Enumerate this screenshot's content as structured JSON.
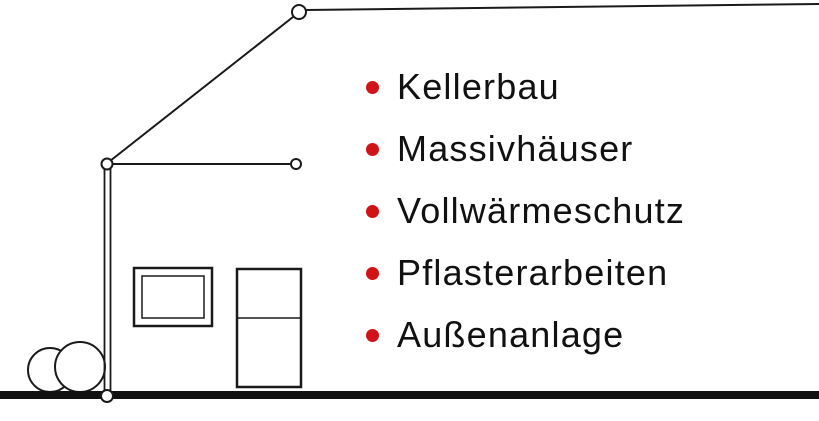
{
  "page": {
    "background": "#ffffff"
  },
  "illustration": {
    "name": "house-outline-drawing",
    "stroke_color": "#1a1a1a",
    "ground_color": "#111111"
  },
  "services": {
    "bullet_color": "#d01317",
    "text_color": "#111111",
    "items": [
      "Kellerbau",
      "Massivhäuser",
      "Vollwärmeschutz",
      "Pflasterarbeiten",
      "Außenanlage"
    ]
  }
}
